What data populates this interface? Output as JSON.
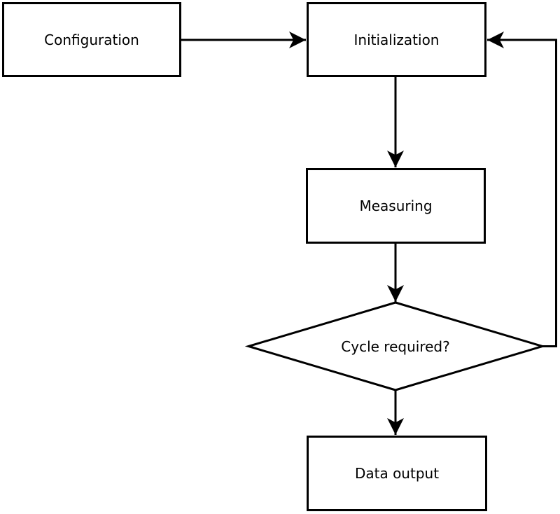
{
  "diagram": {
    "kind": "flowchart",
    "colors": {
      "stroke": "#000000",
      "node_fill": "#ffffff",
      "background": "#ffffff",
      "text": "#000000"
    },
    "nodes": {
      "configuration": {
        "label": "Configuration",
        "shape": "rectangle"
      },
      "initialization": {
        "label": "Initialization",
        "shape": "rectangle"
      },
      "measuring": {
        "label": "Measuring",
        "shape": "rectangle"
      },
      "cycle_required": {
        "label": "Cycle required?",
        "shape": "diamond"
      },
      "data_output": {
        "label": "Data output",
        "shape": "rectangle"
      }
    },
    "edges": [
      {
        "from": "configuration",
        "to": "initialization",
        "route": "horizontal"
      },
      {
        "from": "initialization",
        "to": "measuring",
        "route": "vertical"
      },
      {
        "from": "measuring",
        "to": "cycle_required",
        "route": "vertical"
      },
      {
        "from": "cycle_required",
        "to": "data_output",
        "route": "vertical"
      },
      {
        "from": "cycle_required",
        "to": "initialization",
        "route": "right-side-loop"
      }
    ]
  }
}
